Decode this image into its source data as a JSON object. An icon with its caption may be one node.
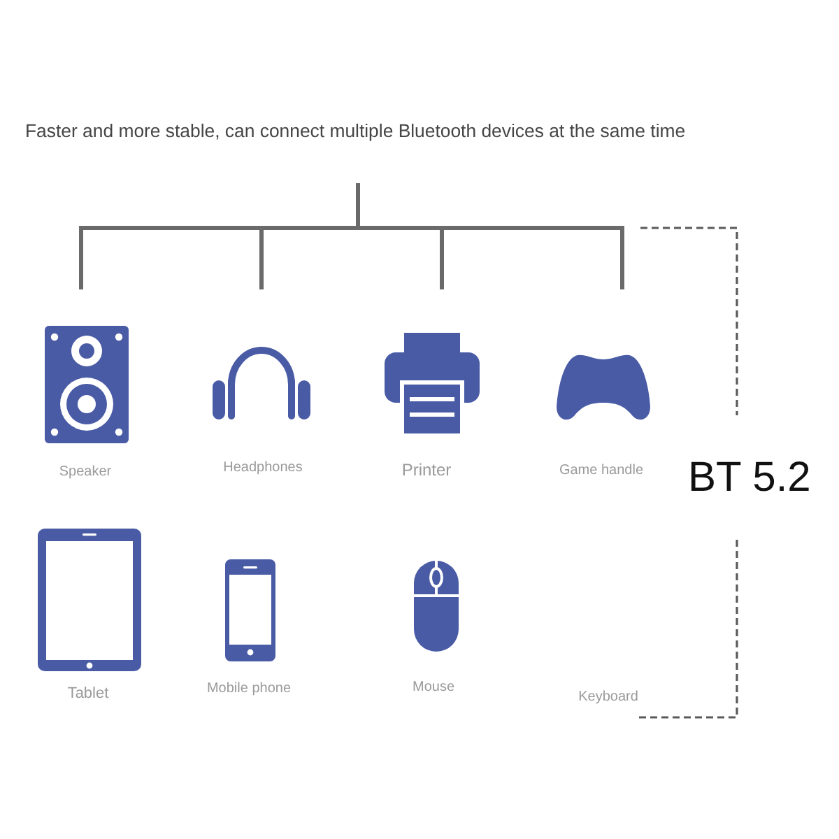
{
  "diagram": {
    "nodes": [
      {
        "text": [
          "Faster and more stable, can connect multiple Bluetooth devices at the same time"
        ]
      },
      {
        "text": [
          "Speaker"
        ]
      },
      {
        "text": [
          "Headphones"
        ]
      },
      {
        "text": [
          "Printer"
        ]
      },
      {
        "text": [
          "Game handle"
        ]
      },
      {
        "text": [
          "Tablet"
        ]
      },
      {
        "text": [
          "Mobile phone"
        ]
      },
      {
        "text": [
          "Mouse"
        ]
      },
      {
        "text": [
          "Keyboard"
        ]
      }
    ],
    "edges": [
      {
        "from": 0,
        "to": 1,
        "arrow": "none"
      },
      {
        "from": 0,
        "to": 2,
        "arrow": "none"
      },
      {
        "from": 0,
        "to": 3,
        "arrow": "none"
      },
      {
        "from": 0,
        "to": 4,
        "arrow": "none"
      }
    ],
    "labels": [
      "BT 5.2"
    ]
  }
}
